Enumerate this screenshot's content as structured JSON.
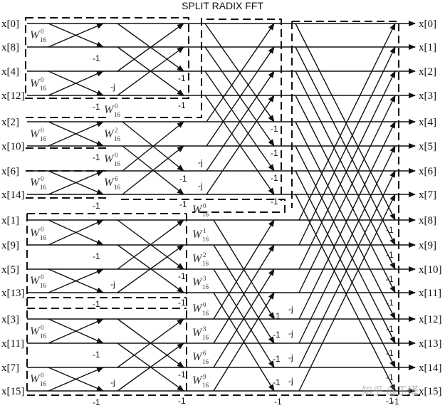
{
  "title": "SPLIT RADIX FFT",
  "inputs": [
    "x[0]",
    "x[8]",
    "x[4]",
    "x[12]",
    "x[2]",
    "x[10]",
    "x[6]",
    "x[14]",
    "x[1]",
    "x[9]",
    "x[5]",
    "x[13]",
    "x[3]",
    "x[11]",
    "x[7]",
    "x[15]"
  ],
  "outputs": [
    "x[0]",
    "x[1]",
    "x[2]",
    "x[3]",
    "x[4]",
    "x[5]",
    "x[6]",
    "x[7]",
    "x[8]",
    "x[9]",
    "x[10]",
    "x[11]",
    "x[12]",
    "x[13]",
    "x[14]",
    "x[15]"
  ],
  "multipliers": {
    "minus_one": "-1",
    "minus_j": "-j"
  },
  "twiddle_base": "W",
  "twiddle_N": "16",
  "stage1_twiddle_exponents": [
    "0",
    "0",
    "0",
    "0",
    "0",
    "0",
    "0",
    "0"
  ],
  "stage2_twiddle_exponents": [
    "0",
    "2",
    "0",
    "6"
  ],
  "stage3_twiddle_exponents": [
    "0",
    "1",
    "2",
    "3",
    "0",
    "3",
    "6",
    "9"
  ],
  "watermark": "知乎 @王瑾"
}
